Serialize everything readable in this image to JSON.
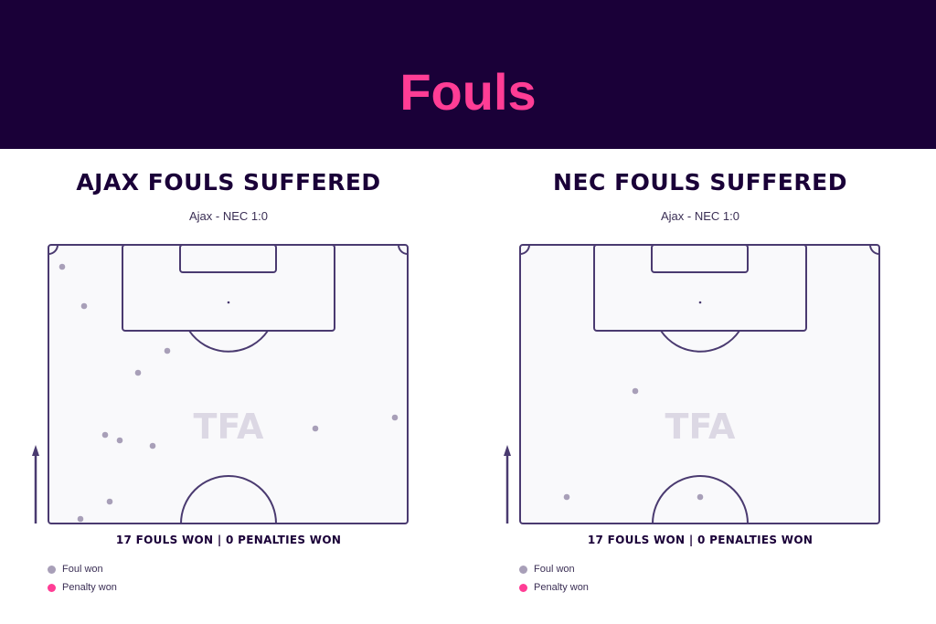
{
  "header": {
    "title": "Fouls"
  },
  "colors": {
    "header_bg": "#1a0038",
    "title_accent": "#ff3d95",
    "pitch_line": "#4a3a70",
    "pitch_fill": "#f9f9fb",
    "foul_won": "#a89fb8",
    "penalty_won": "#ff3d95"
  },
  "panels": [
    {
      "title": "AJAX FOULS SUFFERED",
      "subtitle": "Ajax - NEC 1:0",
      "summary": "17 FOULS WON | 0 PENALTIES WON",
      "legend": [
        {
          "label": "Foul won",
          "color": "#a89fb8"
        },
        {
          "label": "Penalty won",
          "color": "#ff3d95"
        }
      ],
      "watermark": "TFA"
    },
    {
      "title": "NEC FOULS SUFFERED",
      "subtitle": "Ajax - NEC 1:0",
      "summary": "17 FOULS WON | 0 PENALTIES WON",
      "legend": [
        {
          "label": "Foul won",
          "color": "#a89fb8"
        },
        {
          "label": "Penalty won",
          "color": "#ff3d95"
        }
      ],
      "watermark": "TFA"
    }
  ],
  "chart_data": [
    {
      "type": "scatter",
      "title": "AJAX FOULS SUFFERED",
      "subtitle": "Ajax - NEC 1:0",
      "description": "Half-pitch map, attacking upward; coordinates as % of half-pitch width (x, left→right) and length (y, goal line at top = 0 → halfway line = 100)",
      "xlim": [
        0,
        100
      ],
      "ylim": [
        0,
        100
      ],
      "series": [
        {
          "name": "Foul won",
          "points": [
            [
              4,
              8
            ],
            [
              10,
              22
            ],
            [
              33,
              38
            ],
            [
              25,
              46
            ],
            [
              16,
              68
            ],
            [
              20,
              70
            ],
            [
              29,
              72
            ],
            [
              74,
              66
            ],
            [
              96,
              62
            ],
            [
              17,
              92
            ],
            [
              9,
              99
            ]
          ]
        },
        {
          "name": "Penalty won",
          "points": []
        }
      ],
      "totals": {
        "fouls_won": 17,
        "penalties_won": 0
      }
    },
    {
      "type": "scatter",
      "title": "NEC FOULS SUFFERED",
      "subtitle": "Ajax - NEC 1:0",
      "description": "Half-pitch map, attacking upward; coordinates as % of half-pitch width (x) and length (y, goal line = 0)",
      "xlim": [
        0,
        100
      ],
      "ylim": [
        0,
        100
      ],
      "series": [
        {
          "name": "Foul won",
          "points": [
            [
              32,
              52
            ],
            [
              13,
              90
            ],
            [
              50,
              90
            ]
          ]
        },
        {
          "name": "Penalty won",
          "points": []
        }
      ],
      "totals": {
        "fouls_won": 17,
        "penalties_won": 0
      }
    }
  ]
}
